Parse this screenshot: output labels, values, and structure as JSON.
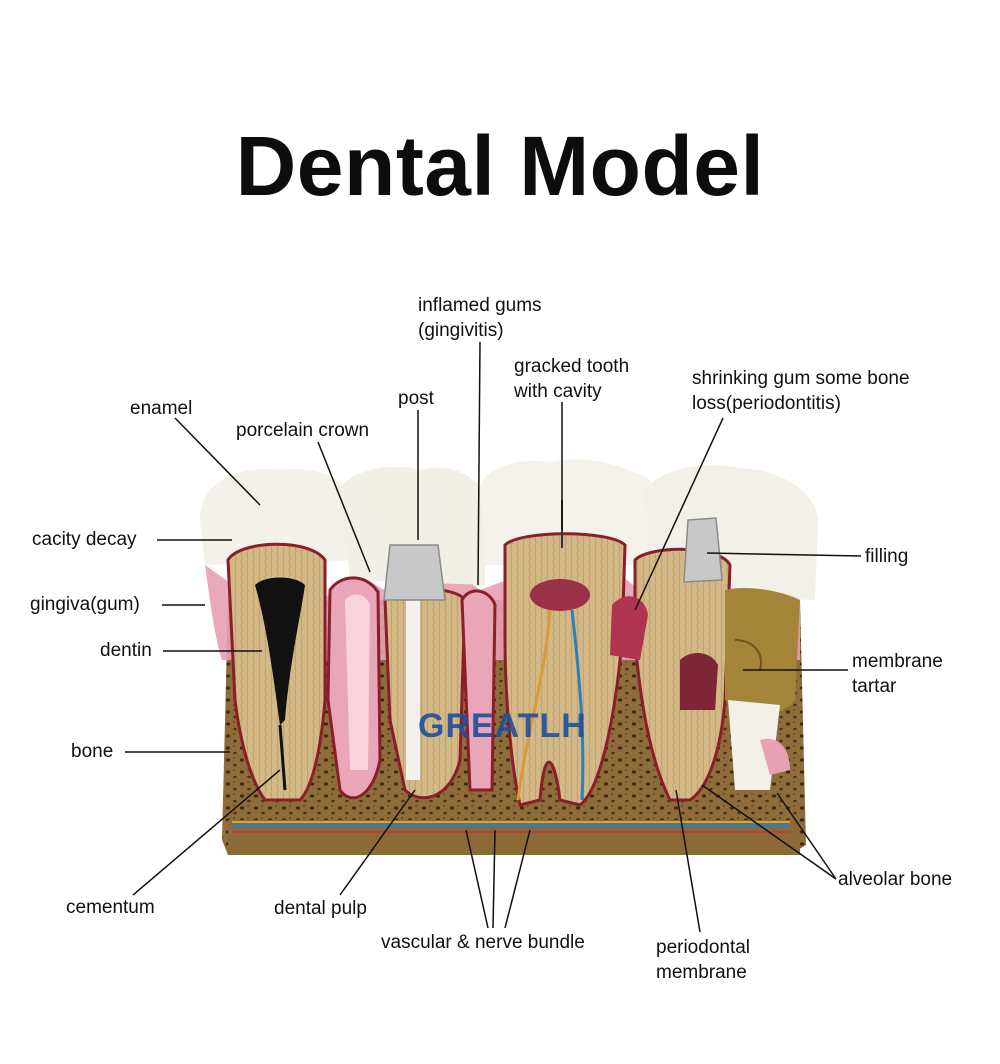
{
  "title": "Dental Model",
  "watermark": "GREATLH",
  "labels": {
    "enamel": "enamel",
    "porcelain_crown": "porcelain crown",
    "post": "post",
    "inflamed_gums_1": "inflamed gums",
    "inflamed_gums_2": "(gingivitis)",
    "cracked_tooth_1": "gracked tooth",
    "cracked_tooth_2": "with cavity",
    "shrinking_gum_1": "shrinking gum some bone",
    "shrinking_gum_2": "loss(periodontitis)",
    "cavity_decay": "cacity decay",
    "gingiva": "gingiva(gum)",
    "dentin": "dentin",
    "bone": "bone",
    "cementum": "cementum",
    "dental_pulp": "dental pulp",
    "vascular": "vascular & nerve bundle",
    "periodontal_1": "periodontal",
    "periodontal_2": "membrane",
    "alveolar_bone": "alveolar bone",
    "filling": "filling",
    "membrane_tartar_1": "membrane",
    "membrane_tartar_2": "tartar"
  },
  "colors": {
    "enamel": "#f4f1ea",
    "bone": "#8a6a3c",
    "gum": "#e7a0b4",
    "pulp": "#f3c6d3",
    "metal": "#c8c8c8",
    "watermark": "#1f4fa0"
  }
}
